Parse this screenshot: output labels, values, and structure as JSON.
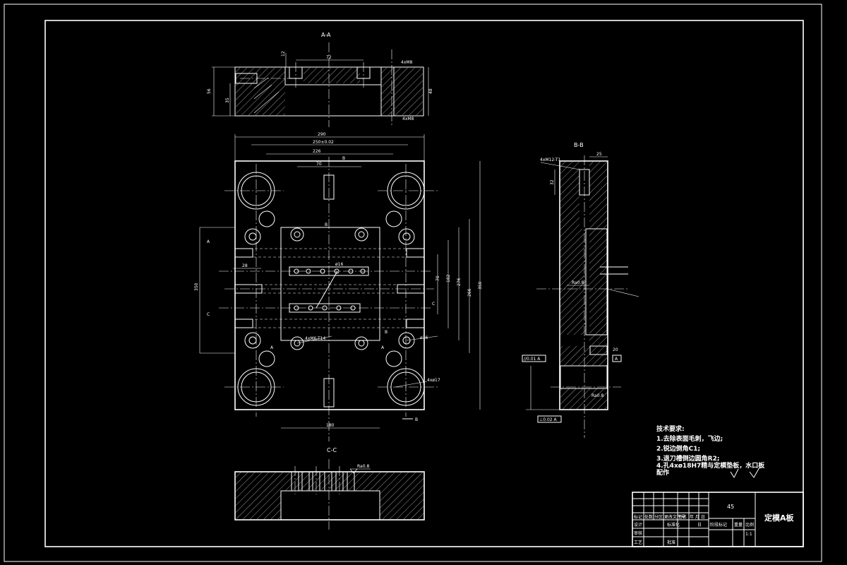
{
  "views": {
    "top_section": "A-A",
    "side_section": "B-B",
    "bottom_section": "C-C"
  },
  "dims": {
    "overall_width": "290",
    "width_tol": "250±0.02",
    "w_226": "226",
    "w_70": "70",
    "w_180": "180",
    "h_350": "350",
    "h_276": "276",
    "h_266": "266",
    "h_182": "182",
    "h_70": "70",
    "h_28": "28",
    "thk_56": "56",
    "top_72": "72",
    "aa_4xm8": "4xM8",
    "aa_4xM8b": "4xM8",
    "aa_35": "35",
    "aa_12": "12",
    "aa_48": "48",
    "bb_hole": "4xM12-T1",
    "bb_25": "25",
    "bb_32": "32",
    "bb_ra": "Ra0.8",
    "bb_20": "20",
    "bb_tol": "//0.01 A",
    "bb_tol2": "⊥0.02 A",
    "bb_ra2": "Ra0.8",
    "bb_datum": "A",
    "holes_4x": "4xM6-T14",
    "hole_16": "ø16",
    "hole_ra": "4xø17"
  },
  "tech_notes": {
    "heading": "技术要求:",
    "items": [
      "1.去除表面毛刺，飞边;",
      "2.锐边倒角C1;",
      "3.退刀槽倒边圆角R2;",
      "4.孔4xø18H7精与定模垫板，水口板",
      "配作"
    ]
  },
  "title_block": {
    "material": "45",
    "part_name": "定模A板",
    "row_labels": [
      "标记",
      "处数",
      "分区",
      "更改文件号",
      "签名",
      "年 月 日"
    ],
    "left_rows": [
      "设计",
      "审核",
      "工艺"
    ],
    "stage_label": "阶段标记",
    "weight_label": "重量",
    "scale_label": "比例",
    "std_label": "标准化",
    "approve_label": "批准",
    "scale_value": "1:1",
    "date_label": "日"
  }
}
